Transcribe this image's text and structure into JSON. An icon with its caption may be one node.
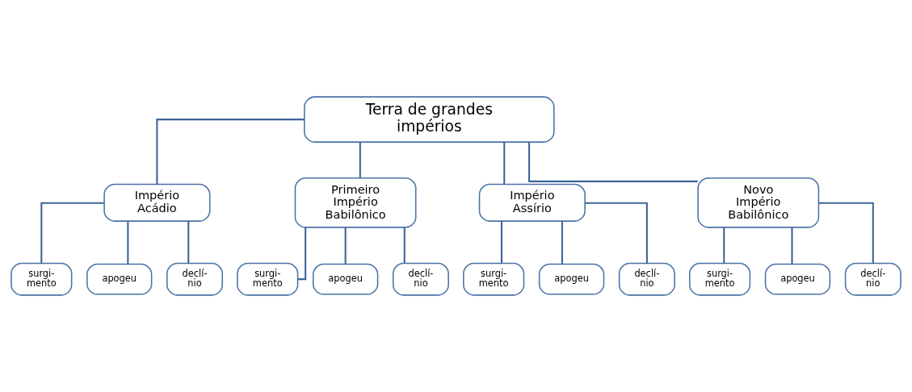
{
  "diagram": {
    "nodes": [
      {
        "text": [
          "Terra de grandes impérios"
        ]
      },
      {
        "text": [
          "Império Acádio"
        ]
      },
      {
        "text": [
          "Primeiro Império Babilônico"
        ]
      },
      {
        "text": [
          "Império Assírio"
        ]
      },
      {
        "text": [
          "Novo Império Babilônico"
        ]
      },
      {
        "text": [
          "surgi- mento"
        ]
      },
      {
        "text": [
          "apogeu"
        ]
      },
      {
        "text": [
          "declí- nio"
        ]
      },
      {
        "text": [
          "surgi- mento"
        ]
      },
      {
        "text": [
          "apogeu"
        ]
      },
      {
        "text": [
          "declí- nio"
        ]
      },
      {
        "text": [
          "surgi- mento"
        ]
      },
      {
        "text": [
          "apogeu"
        ]
      },
      {
        "text": [
          "declí- nio"
        ]
      },
      {
        "text": [
          "surgi- mento"
        ]
      },
      {
        "text": [
          "apogeu"
        ]
      },
      {
        "text": [
          "declí- nio"
        ]
      }
    ],
    "edges": [
      {
        "from": 0,
        "to": 1,
        "arrow": "none"
      },
      {
        "from": 0,
        "to": 2,
        "arrow": "none"
      },
      {
        "from": 0,
        "to": 3,
        "arrow": "none"
      },
      {
        "from": 0,
        "to": 4,
        "arrow": "none"
      },
      {
        "from": 1,
        "to": 5,
        "arrow": "none"
      },
      {
        "from": 1,
        "to": 6,
        "arrow": "none"
      },
      {
        "from": 1,
        "to": 7,
        "arrow": "none"
      },
      {
        "from": 2,
        "to": 8,
        "arrow": "none"
      },
      {
        "from": 2,
        "to": 9,
        "arrow": "none"
      },
      {
        "from": 2,
        "to": 10,
        "arrow": "none"
      },
      {
        "from": 3,
        "to": 11,
        "arrow": "none"
      },
      {
        "from": 3,
        "to": 12,
        "arrow": "none"
      },
      {
        "from": 3,
        "to": 13,
        "arrow": "none"
      },
      {
        "from": 4,
        "to": 14,
        "arrow": "none"
      },
      {
        "from": 4,
        "to": 15,
        "arrow": "none"
      },
      {
        "from": 4,
        "to": 16,
        "arrow": "none"
      }
    ]
  }
}
